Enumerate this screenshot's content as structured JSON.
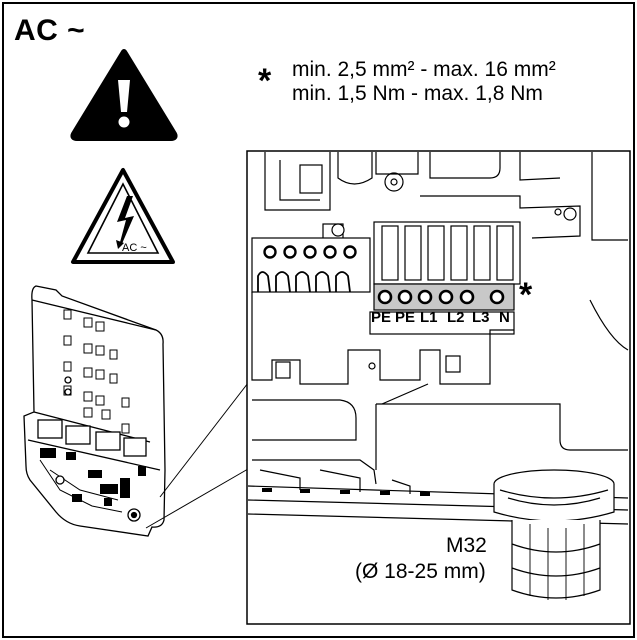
{
  "title": "AC ~",
  "spec": {
    "marker": "*",
    "cross_section": "min. 2,5 mm² - max. 16 mm²",
    "torque": "min. 1,5 Nm - max. 1,8 Nm"
  },
  "warning_sign": {
    "label": "AC ~"
  },
  "terminals": {
    "marker": "*",
    "labels": [
      "PE",
      "PE",
      "L1",
      "L2",
      "L3",
      "N"
    ]
  },
  "cable_gland": {
    "size": "M32",
    "diameter": "(Ø 18-25 mm)"
  }
}
